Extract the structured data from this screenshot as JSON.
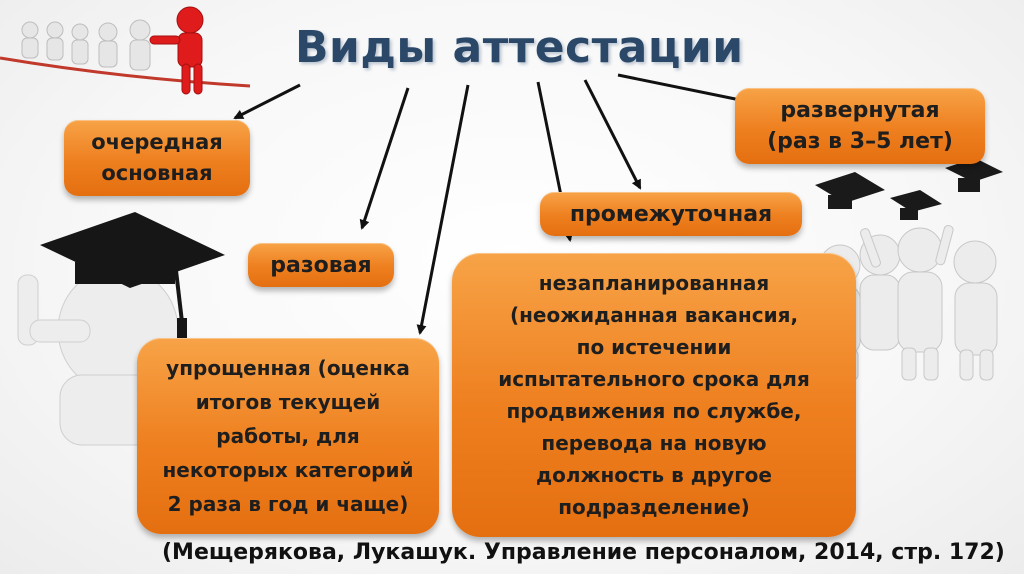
{
  "title": "Виды аттестации",
  "types": {
    "regular": [
      "очередная",
      "основная"
    ],
    "extended": [
      "развернутая",
      "(раз в 3–5 лет)"
    ],
    "intermediate": "промежуточная",
    "one_time": "разовая",
    "unplanned": [
      "незапланированная",
      "(неожиданная вакансия,",
      "по истечении",
      "испытательного срока для",
      "продвижения  по  службе,",
      "перевода  на новую",
      "должность  в  другое",
      "подразделение)"
    ],
    "simplified": [
      "упрощенная (оценка",
      "итогов  текущей",
      "работы,  для",
      "некоторых категорий",
      "2 раза в год и чаще)"
    ]
  },
  "citation": "(Мещерякова, Лукашук. Управление персоналом, 2014, стр. 172)",
  "colors": {
    "title": "#2b4869",
    "box": "#ee7f1f",
    "arrow": "#111111",
    "rope": "#c0392b",
    "figure": "#e9e9e9",
    "figure_red": "#e01b1b",
    "cap": "#1a1a1a"
  }
}
